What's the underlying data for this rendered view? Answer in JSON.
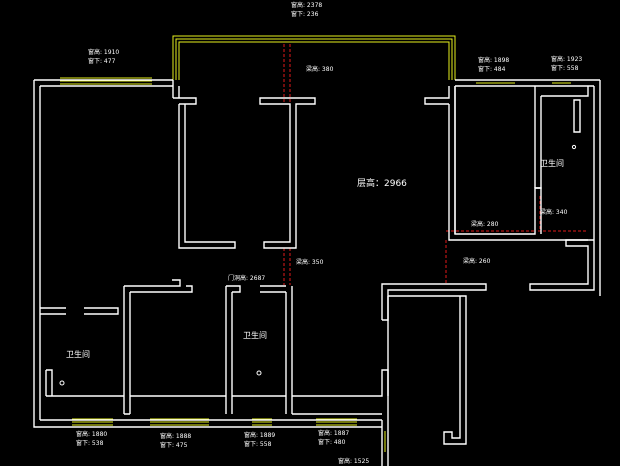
{
  "ceiling_height_label": "层高：2966",
  "rooms": {
    "bathroom_right": "卫生间",
    "bathroom_left": "卫生间",
    "bathroom_middle": "卫生间"
  },
  "door_height_label": "门洞高: 2687",
  "beams": {
    "top_mid": "梁高: 380",
    "mid_corridor": "梁高: 350",
    "right_corridor": "梁高: 260",
    "right_room": "梁高: 280",
    "bath_right": "梁高: 340"
  },
  "windows": {
    "top_center": {
      "height": "窗高: 2378",
      "sill": "窗下: 236"
    },
    "top_left": {
      "height": "窗高: 1910",
      "sill": "窗下: 477"
    },
    "top_right1": {
      "height": "窗高: 1898",
      "sill": "窗下: 484"
    },
    "top_right2": {
      "height": "窗高: 1923",
      "sill": "窗下: 558"
    },
    "bottom1": {
      "height": "窗高: 1880",
      "sill": "窗下: 538"
    },
    "bottom2": {
      "height": "窗高: 1888",
      "sill": "窗下: 475"
    },
    "bottom3": {
      "height": "窗高: 1889",
      "sill": "窗下: 558"
    },
    "bottom4": {
      "height": "窗高: 1887",
      "sill": "窗下: 480"
    },
    "bottom5": {
      "height": "窗高: 1525"
    }
  },
  "colors": {
    "wall": "#ffffff",
    "window": "#e6f01e",
    "beam": "#e01a1a",
    "background": "#000000"
  }
}
